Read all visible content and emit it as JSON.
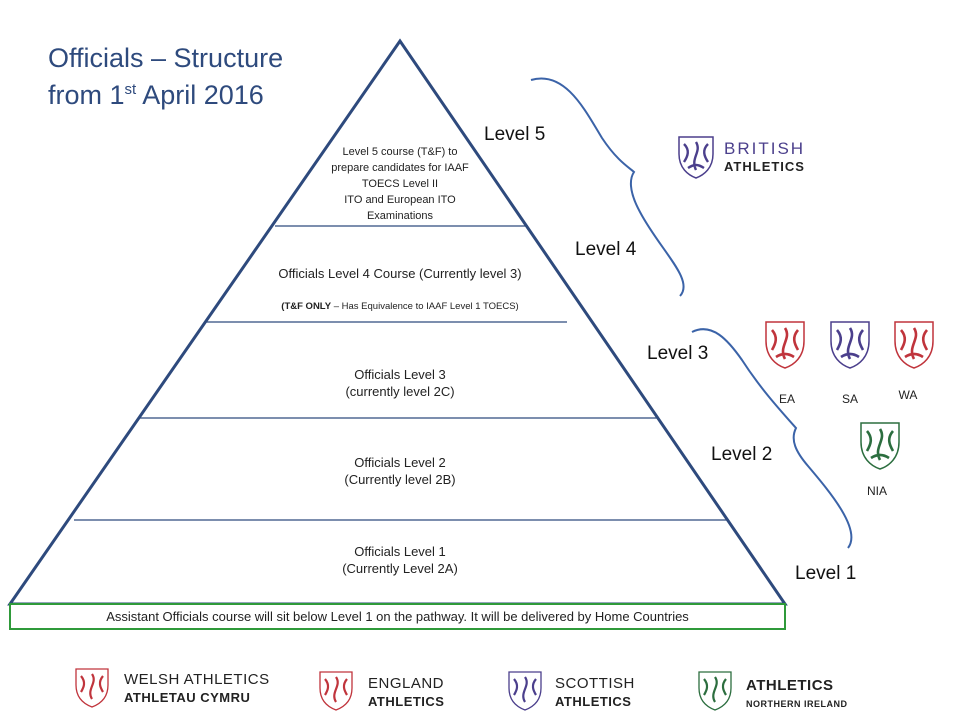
{
  "title": {
    "line1": "Officials – Structure",
    "line2_prefix": "from 1",
    "line2_sup": "st",
    "line2_suffix": " April 2016"
  },
  "tiers": {
    "level5": [
      "Level 5 course (T&F) to",
      "prepare candidates for IAAF",
      "TOECS  Level  II",
      "ITO and European ITO",
      "Examinations"
    ],
    "level4": {
      "main": "Officials Level 4 Course (Currently level 3)",
      "note_bold": "(T&F ONLY",
      "note_rest": " – Has Equivalence to IAAF Level 1 TOECS)"
    },
    "level3": [
      "Officials Level 3",
      "(currently level 2C)"
    ],
    "level2": [
      "Officials Level 2",
      "(Currently level 2B)"
    ],
    "level1": [
      "Officials Level 1",
      "(Currently Level 2A)"
    ]
  },
  "level_labels": {
    "l5": "Level 5",
    "l4": "Level 4",
    "l3": "Level 3",
    "l2": "Level 2",
    "l1": "Level 1"
  },
  "assistant_note": "Assistant Officials course will sit below Level 1 on the pathway.  It will be delivered by Home Countries",
  "british_logo": {
    "line1": "BRITISH",
    "line2": "ATHLETICS"
  },
  "home_countries": {
    "ea": "EA",
    "sa": "SA",
    "wa": "WA",
    "nia": "NIA"
  },
  "footer_logos": {
    "welsh": {
      "line1": "WELSH ATHLETICS",
      "line2": "ATHLETAU CYMRU"
    },
    "england": {
      "line1": "ENGLAND",
      "line2": "ATHLETICS"
    },
    "scottish": {
      "line1": "SCOTTISH",
      "line2": "ATHLETICS"
    },
    "ni": {
      "line1": "ATHLETICS",
      "line2": "NORTHERN IRELAND"
    }
  },
  "colors": {
    "title": "#2e4a7d",
    "pyramid": "#2e4a7d",
    "brace": "#3b63a8",
    "assist_border": "#2f9a3a",
    "red": "#c0343c",
    "purple": "#4b3f8c",
    "green": "#2c6e3f"
  }
}
